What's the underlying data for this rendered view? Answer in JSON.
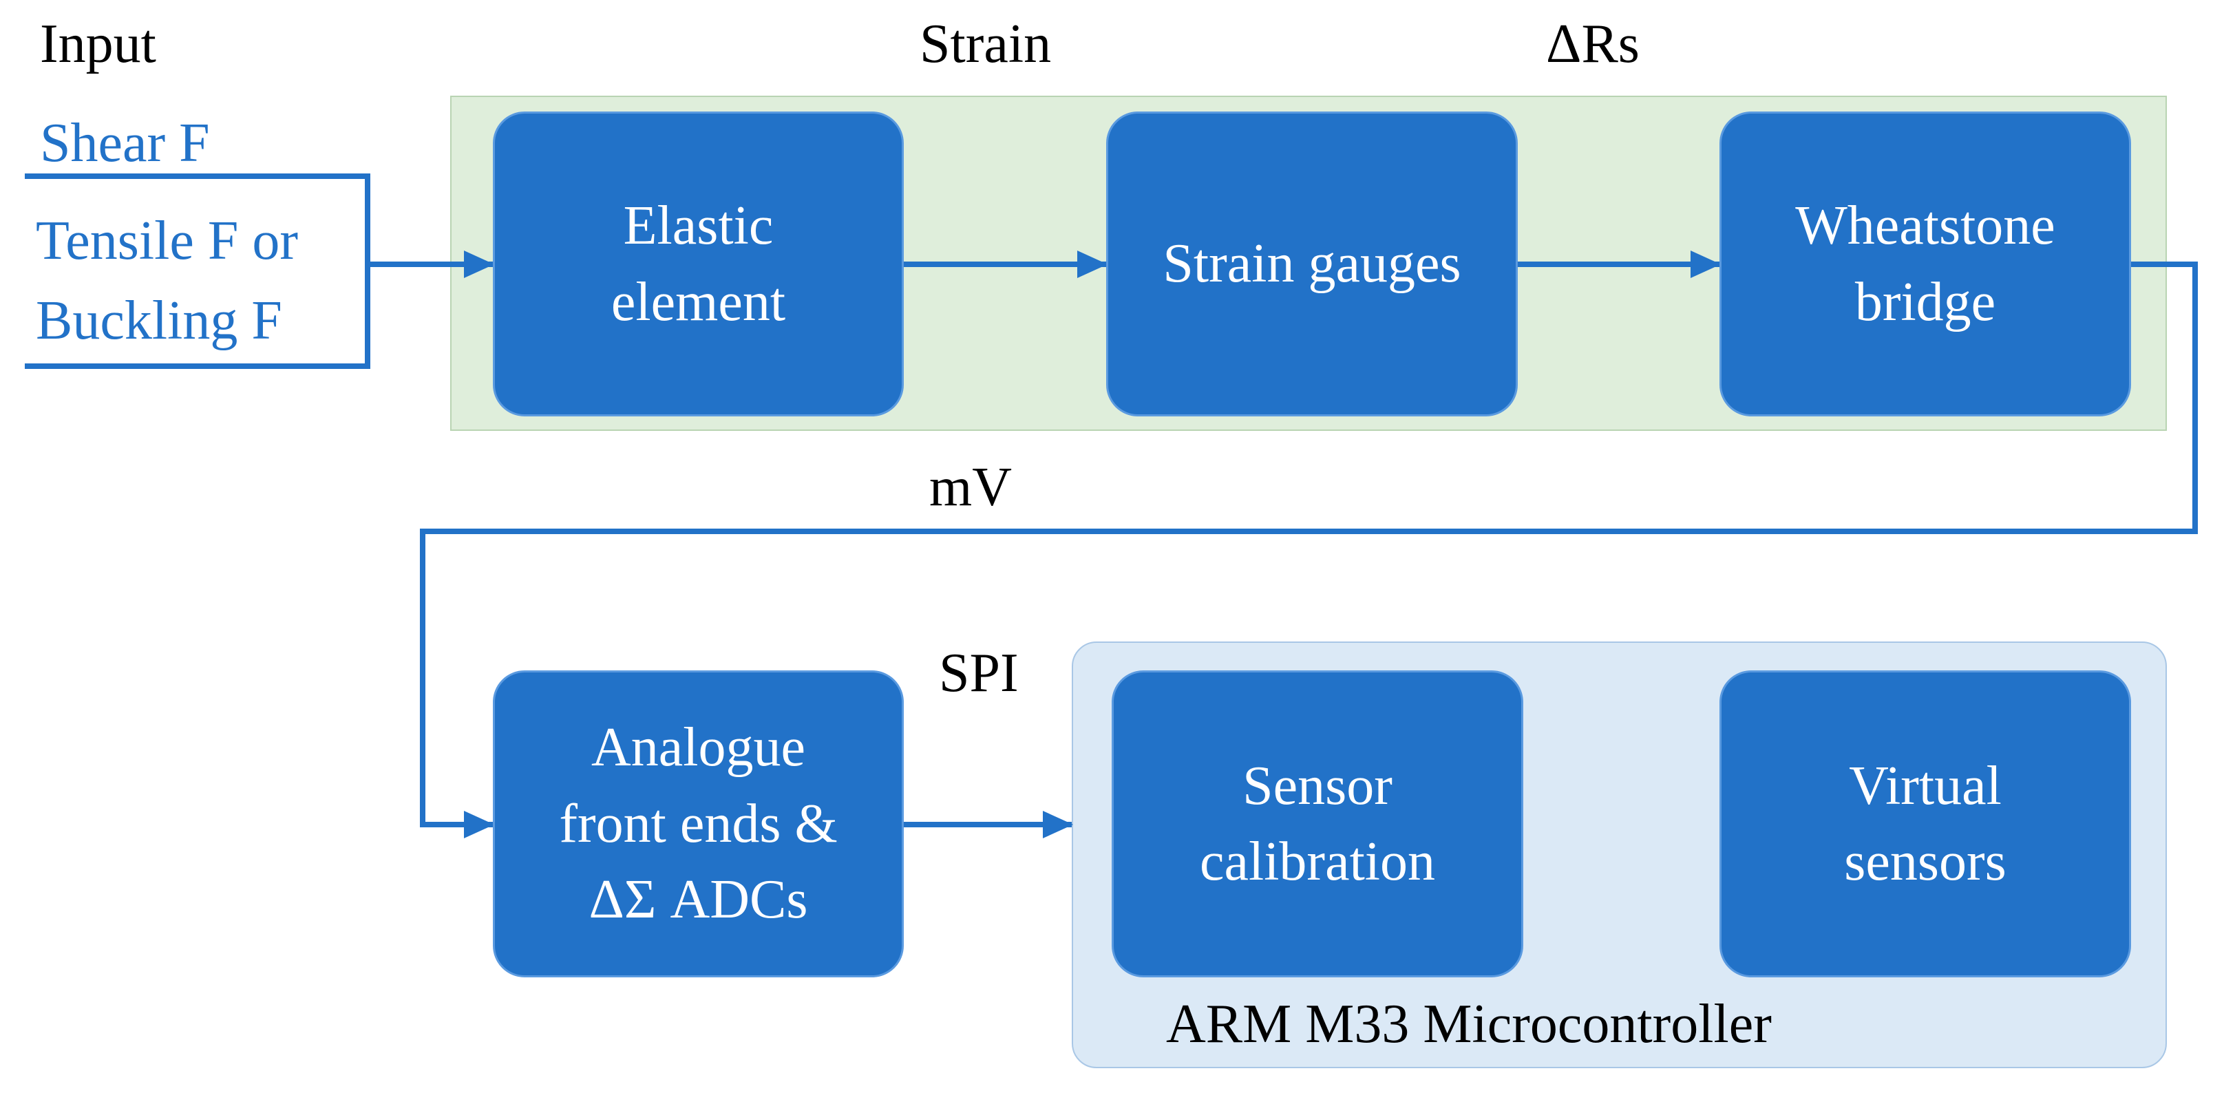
{
  "colors": {
    "block_fill": "#2272c8",
    "line": "#2272c8",
    "input_text": "#2272c8",
    "sensor_region_fill": "#dfeedb",
    "mcu_region_fill": "#dbe9f6"
  },
  "labels": {
    "input": "Input",
    "strain": "Strain",
    "delta_rs": "ΔRs",
    "mv": "mV",
    "spi": "SPI"
  },
  "inputs": {
    "shear": "Shear F",
    "tensile_or": "Tensile F or",
    "buckling": "Buckling F"
  },
  "blocks": {
    "elastic_element": "Elastic\nelement",
    "strain_gauges": "Strain gauges",
    "wheatstone_bridge": "Wheatstone\nbridge",
    "afe_adcs": "Analogue\nfront ends &\nΔΣ ADCs",
    "sensor_calibration": "Sensor\ncalibration",
    "virtual_sensors": "Virtual\nsensors"
  },
  "mcu_label": "ARM M33 Microcontroller"
}
